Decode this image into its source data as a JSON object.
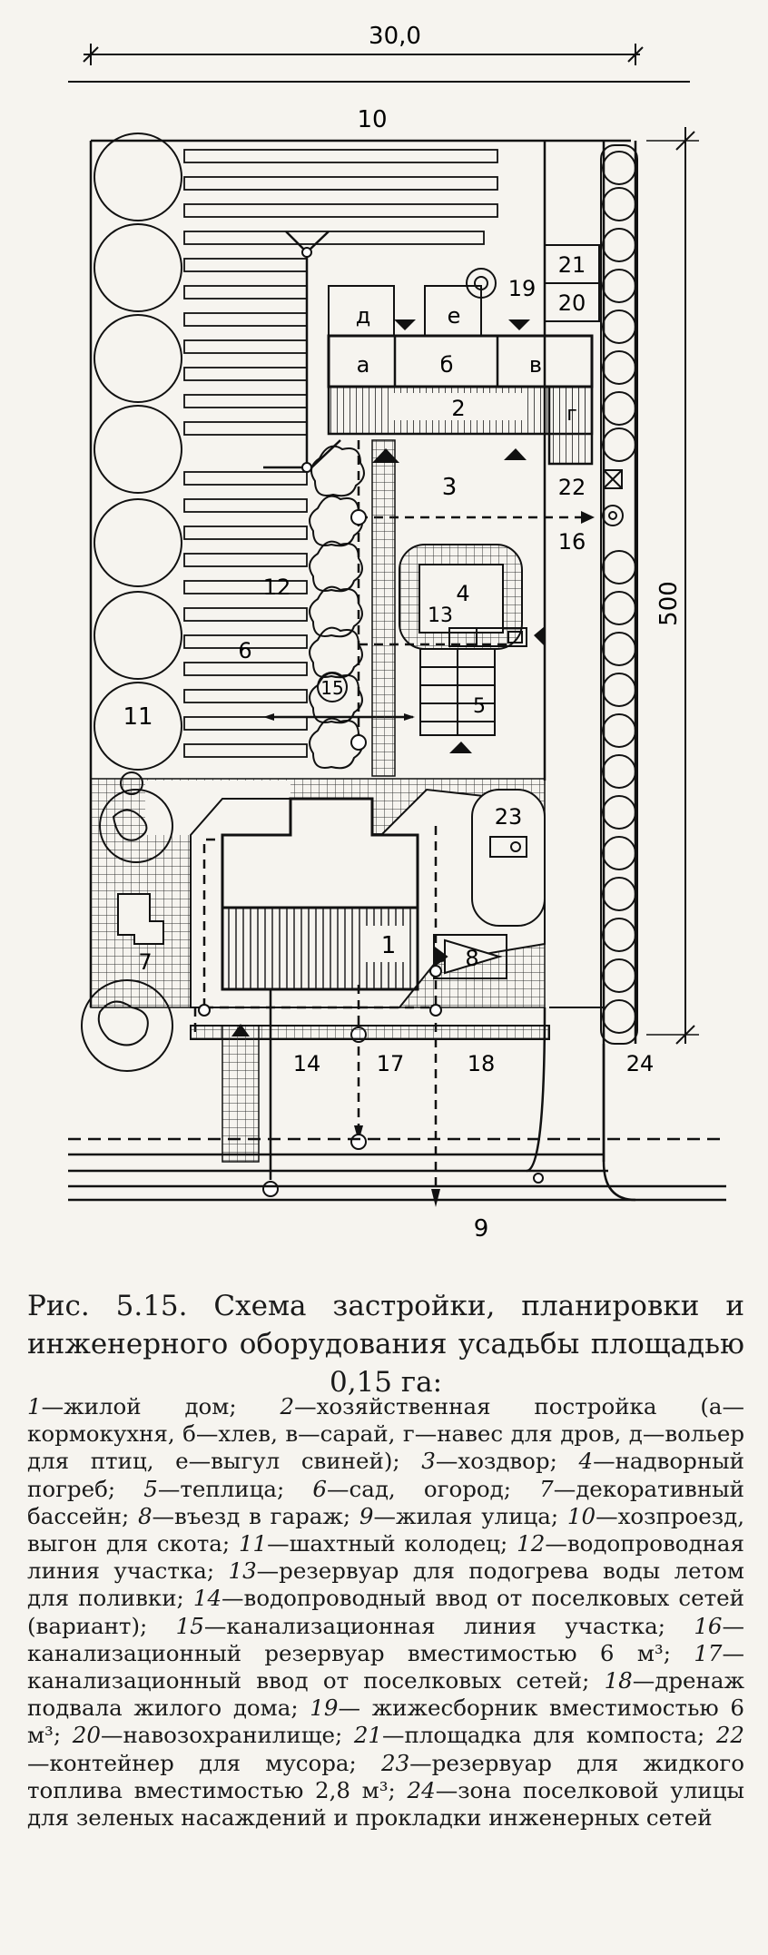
{
  "dimensions": {
    "width": "30,0",
    "length": "500"
  },
  "plan_labels": {
    "l10": "10",
    "l9": "9",
    "l11": "11",
    "l6": "6",
    "l12": "12",
    "l15": "15",
    "l3": "3",
    "l16": "16",
    "l4": "4",
    "l13": "13",
    "l5": "5",
    "l2": "2",
    "l19": "19",
    "l21": "21",
    "l20": "20",
    "l22": "22",
    "l23": "23",
    "l1": "1",
    "l8": "8",
    "l7": "7",
    "l14": "14",
    "l17": "17",
    "l18": "18",
    "l24": "24",
    "la": "а",
    "lb": "б",
    "lv": "в",
    "lg": "г",
    "ld": "д",
    "le": "е"
  },
  "caption": {
    "bullet": "·",
    "title": "Рис. 5.15. Схема застройки, планировки и инженерного оборудования усадьбы площадью 0,15 га:",
    "legend": [
      {
        "n": "1",
        "text": "—жилой дом; "
      },
      {
        "n": "2",
        "text": "—хозяйственная постройка (а—кормокухня, б—хлев, в—сарай, г—навес для дров, д—вольер для птиц, е—выгул свиней); "
      },
      {
        "n": "3",
        "text": "—хоздвор; "
      },
      {
        "n": "4",
        "text": "—надворный погреб; "
      },
      {
        "n": "5",
        "text": "—теплица; "
      },
      {
        "n": "6",
        "text": "—сад, огород; "
      },
      {
        "n": "7",
        "text": "—декоративный бассейн; "
      },
      {
        "n": "8",
        "text": "—въезд в гараж; "
      },
      {
        "n": "9",
        "text": "—жилая улица; "
      },
      {
        "n": "10",
        "text": "—хозпроезд, выгон для скота; "
      },
      {
        "n": "11",
        "text": "—шахтный колодец; "
      },
      {
        "n": "12",
        "text": "—водопроводная линия участка; "
      },
      {
        "n": "13",
        "text": "—резервуар для подогрева воды летом для поливки; "
      },
      {
        "n": "14",
        "text": "—водопроводный ввод от поселковых сетей (вариант); "
      },
      {
        "n": "15",
        "text": "—канализационная линия участка; "
      },
      {
        "n": "16",
        "text": "—канализационный резервуар вместимостью 6 м³; "
      },
      {
        "n": "17",
        "text": "—канализационный ввод от поселковых сетей; "
      },
      {
        "n": "18",
        "text": "—дренаж подвала жилого дома; "
      },
      {
        "n": "19",
        "text": "— жижесборник вместимостью 6 м³; "
      },
      {
        "n": "20",
        "text": "—навозохранилище; "
      },
      {
        "n": "21",
        "text": "—площадка для компоста; "
      },
      {
        "n": "22",
        "text": "—контейнер для мусора; "
      },
      {
        "n": "23",
        "text": "—резервуар для жидкого топлива вместимостью 2,8 м³; "
      },
      {
        "n": "24",
        "text": "—зона поселковой улицы для зеленых насаждений и прокладки инженерных сетей"
      }
    ]
  }
}
